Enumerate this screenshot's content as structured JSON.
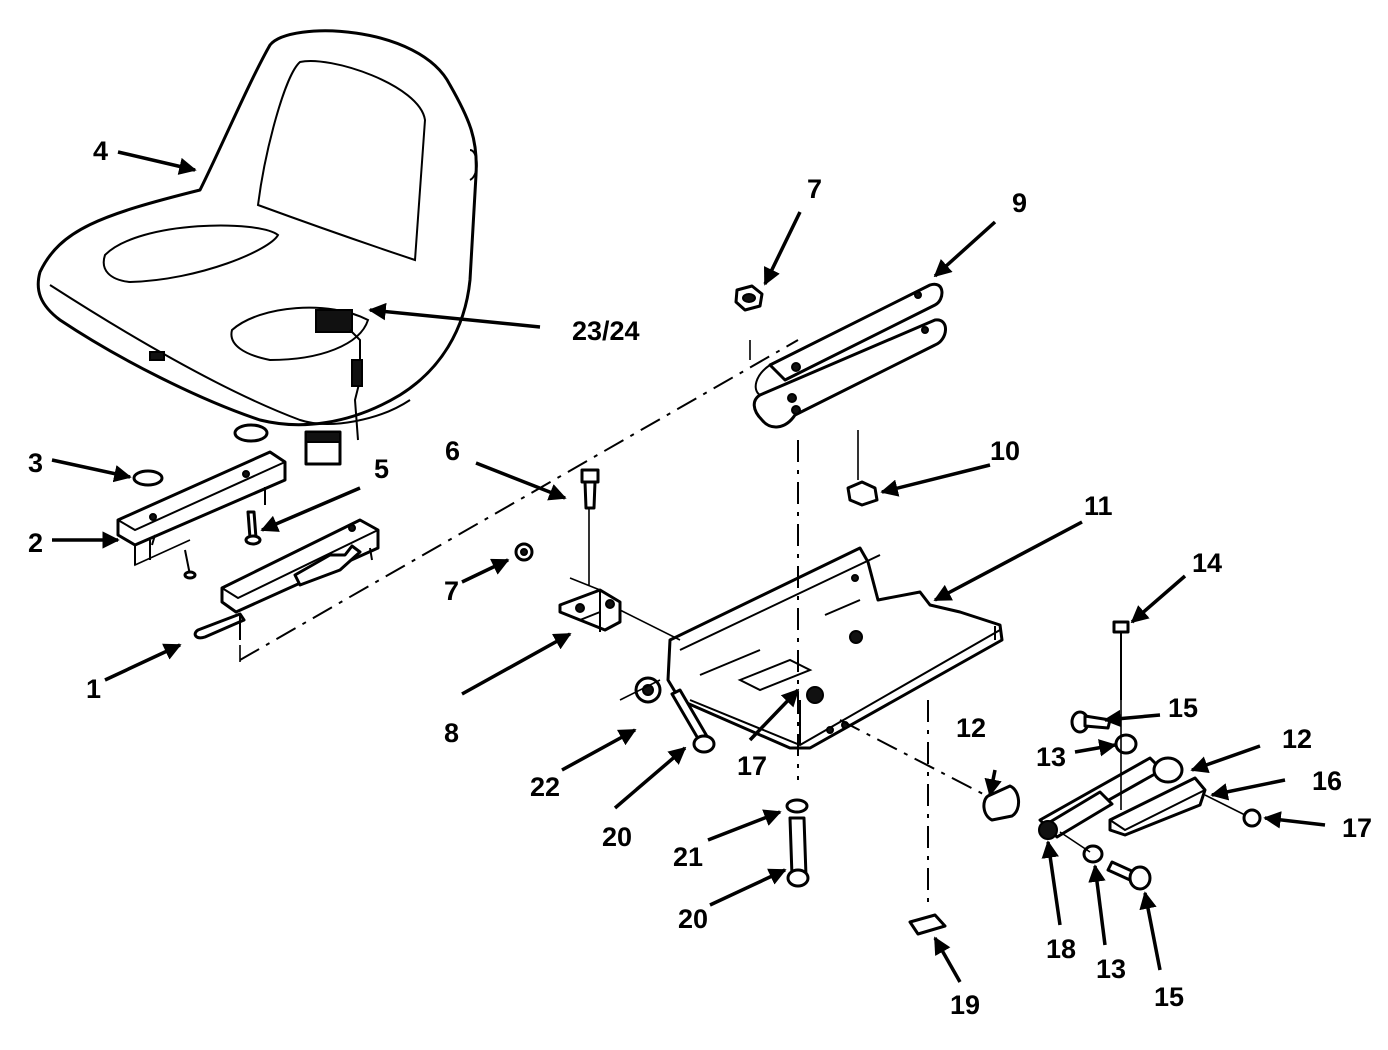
{
  "diagram": {
    "callouts": [
      {
        "id": "c-4",
        "label": "4"
      },
      {
        "id": "c-7a",
        "label": "7"
      },
      {
        "id": "c-9",
        "label": "9"
      },
      {
        "id": "c-2324",
        "label": "23/24"
      },
      {
        "id": "c-3",
        "label": "3"
      },
      {
        "id": "c-5",
        "label": "5"
      },
      {
        "id": "c-2",
        "label": "2"
      },
      {
        "id": "c-1",
        "label": "1"
      },
      {
        "id": "c-6",
        "label": "6"
      },
      {
        "id": "c-7b",
        "label": "7"
      },
      {
        "id": "c-8",
        "label": "8"
      },
      {
        "id": "c-10",
        "label": "10"
      },
      {
        "id": "c-11",
        "label": "11"
      },
      {
        "id": "c-14",
        "label": "14"
      },
      {
        "id": "c-15a",
        "label": "15"
      },
      {
        "id": "c-13a",
        "label": "13"
      },
      {
        "id": "c-12a",
        "label": "12"
      },
      {
        "id": "c-12b",
        "label": "12"
      },
      {
        "id": "c-16",
        "label": "16"
      },
      {
        "id": "c-17a",
        "label": "17"
      },
      {
        "id": "c-17b",
        "label": "17"
      },
      {
        "id": "c-22",
        "label": "22"
      },
      {
        "id": "c-20a",
        "label": "20"
      },
      {
        "id": "c-21",
        "label": "21"
      },
      {
        "id": "c-20b",
        "label": "20"
      },
      {
        "id": "c-18",
        "label": "18"
      },
      {
        "id": "c-13b",
        "label": "13"
      },
      {
        "id": "c-15b",
        "label": "15"
      },
      {
        "id": "c-19",
        "label": "19"
      }
    ]
  }
}
